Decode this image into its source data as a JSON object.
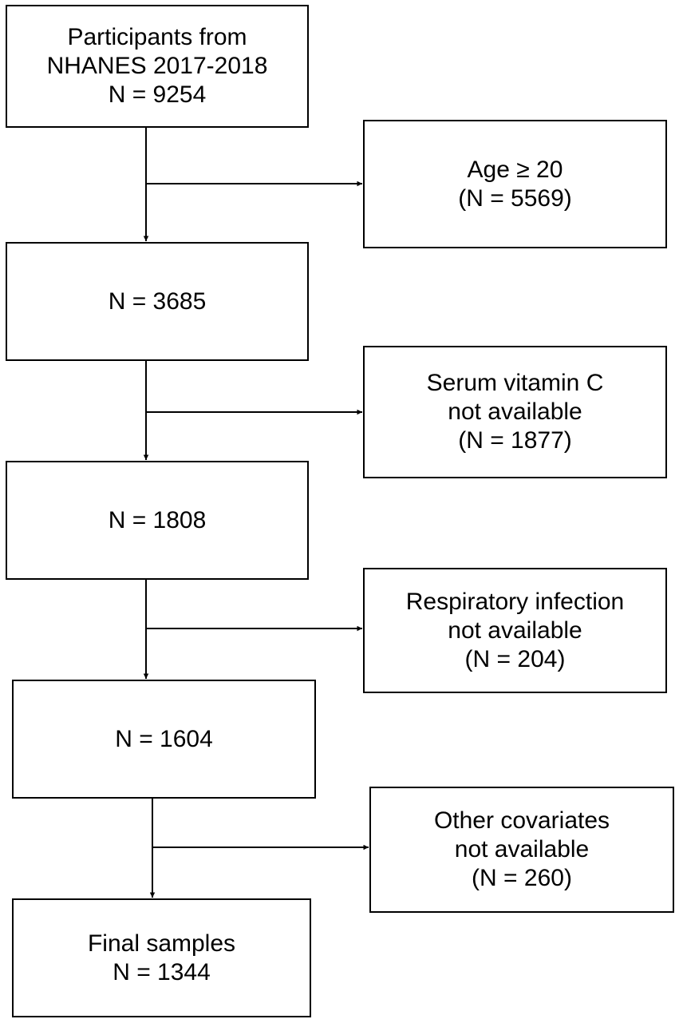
{
  "main_boxes": [
    {
      "lines": [
        "Participants from",
        "NHANES 2017-2018",
        "N = 9254"
      ]
    },
    {
      "lines": [
        "N = 3685"
      ]
    },
    {
      "lines": [
        "N = 1808"
      ]
    },
    {
      "lines": [
        "N = 1604"
      ]
    },
    {
      "lines": [
        "Final samples",
        "N = 1344"
      ]
    }
  ],
  "exclusion_boxes": [
    {
      "lines": [
        "Age ≥ 20",
        "(N = 5569)"
      ]
    },
    {
      "lines": [
        "Serum vitamin C",
        "not available",
        "(N = 1877)"
      ]
    },
    {
      "lines": [
        "Respiratory infection",
        "not available",
        "(N = 204)"
      ]
    },
    {
      "lines": [
        "Other covariates",
        "not available",
        "(N = 260)"
      ]
    }
  ]
}
